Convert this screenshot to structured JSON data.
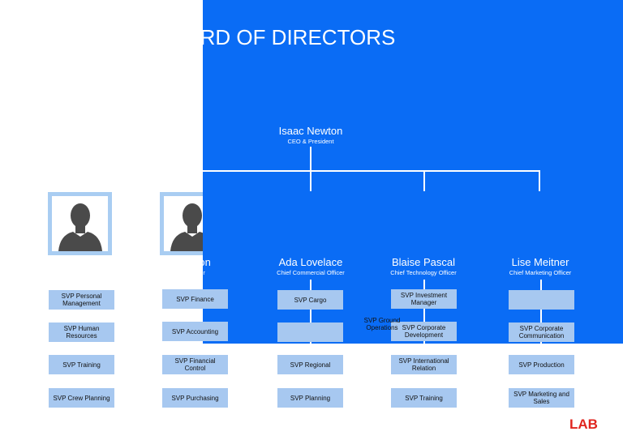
{
  "title": "OARD OF DIRECTORS",
  "ceo": {
    "name": "Isaac Newton",
    "role": "CEO & President"
  },
  "officers": [
    {
      "name": "Edison",
      "role": "l Officer"
    },
    {
      "name": "Ada Lovelace",
      "role": "Chief Commercial Officer"
    },
    {
      "name": "Blaise Pascal",
      "role": "Chief Technology Officer"
    },
    {
      "name": "Lise Meitner",
      "role": "Chief Marketing Officer"
    }
  ],
  "columns": [
    [
      "SVP Personal Management",
      "SVP Human Resources",
      "SVP Training",
      "SVP Crew Planning"
    ],
    [
      "SVP Finance",
      "SVP Accounting",
      "SVP Financial Control",
      "SVP Purchasing"
    ],
    [
      "SVP Cargo",
      "",
      "SVP Regional",
      "SVP Planning"
    ],
    [
      "SVP Investment Manager",
      "SVP Corporate Development",
      "SVP International Relation",
      "SVP Training"
    ],
    [
      "",
      "SVP Corporate Communication",
      "SVP Production",
      "SVP Marketing and Sales"
    ]
  ],
  "overlay_note": "SVP Ground Operations",
  "photo_icon": "person-silhouette-icon",
  "brand": "LAB",
  "colors": {
    "accent": "#0a6cf5",
    "box": "#a7c8f0",
    "brand": "#e0261f"
  }
}
